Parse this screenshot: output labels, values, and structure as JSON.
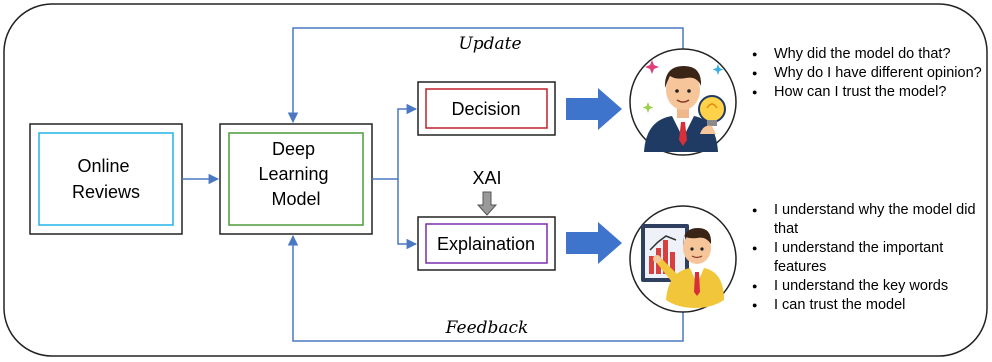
{
  "nodes": {
    "reviews": "Online Reviews",
    "model": [
      "Deep",
      "Learning",
      "Model"
    ],
    "decision": "Decision",
    "explanation": "Explaination",
    "xai": "XAI"
  },
  "edge_labels": {
    "update": "Update",
    "feedback": "Feedback"
  },
  "questions_before": [
    "Why did the model do that?",
    "Why do I have different opinion?",
    "How can I trust the model?"
  ],
  "statements_after": [
    "I understand why the model did that",
    "I understand the important features",
    "I understand the key words",
    "I can trust the model"
  ],
  "colors": {
    "flow": "#4a78c2",
    "reviews_inner": "#22b4e8",
    "model_inner": "#4a9a3a",
    "decision_inner": "#c0202a",
    "explanation_inner": "#7a2fb0",
    "big_arrow": "#3f74cc"
  },
  "icons": [
    "businessman-lightbulb-icon",
    "presenter-chart-icon"
  ]
}
